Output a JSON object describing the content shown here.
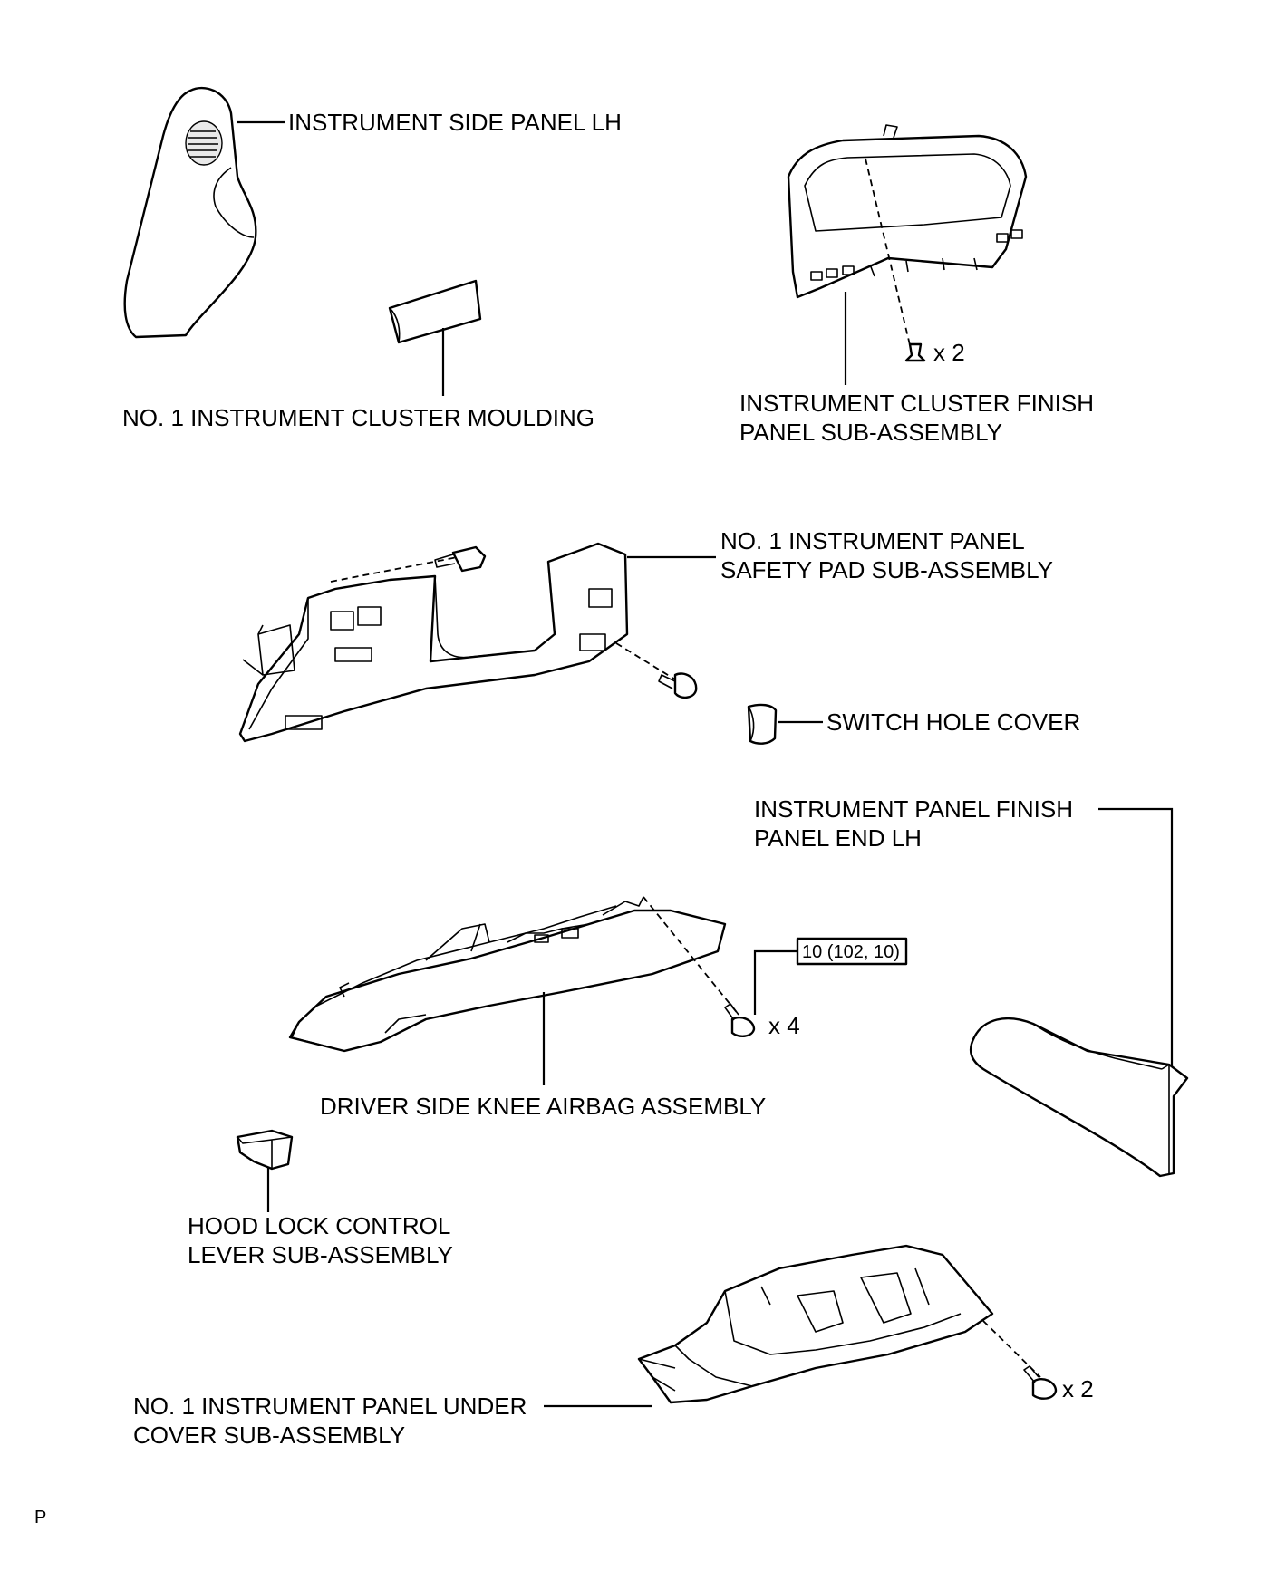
{
  "labels": {
    "side_panel": "INSTRUMENT SIDE PANEL LH",
    "cluster_moulding": "NO. 1 INSTRUMENT CLUSTER MOULDING",
    "cluster_finish_1": "INSTRUMENT CLUSTER FINISH",
    "cluster_finish_2": "PANEL SUB-ASSEMBLY",
    "safety_pad_1": "NO. 1 INSTRUMENT PANEL",
    "safety_pad_2": "SAFETY PAD SUB-ASSEMBLY",
    "switch_hole_cover": "SWITCH HOLE COVER",
    "finish_panel_end_1": "INSTRUMENT PANEL FINISH",
    "finish_panel_end_2": "PANEL END LH",
    "torque_spec": "10 (102, 10)",
    "knee_airbag": "DRIVER SIDE KNEE AIRBAG ASSEMBLY",
    "hood_lock_1": "HOOD LOCK CONTROL",
    "hood_lock_2": "LEVER SUB-ASSEMBLY",
    "under_cover_1": "NO. 1 INSTRUMENT PANEL UNDER",
    "under_cover_2": "COVER SUB-ASSEMBLY",
    "page_code": "P"
  },
  "quantities": {
    "cluster_clips": "x 2",
    "airbag_bolts": "x 4",
    "under_cover_bolts": "x 2"
  }
}
